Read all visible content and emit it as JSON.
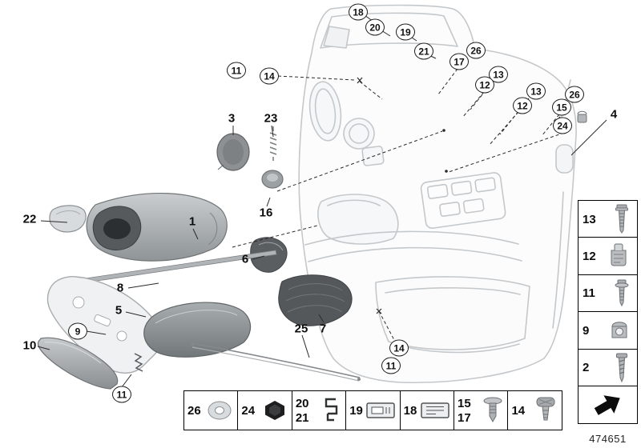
{
  "part_number": "474651",
  "callouts": [
    {
      "n": "18"
    },
    {
      "n": "20"
    },
    {
      "n": "19"
    },
    {
      "n": "21"
    },
    {
      "n": "26"
    },
    {
      "n": "17"
    },
    {
      "n": "13"
    },
    {
      "n": "12"
    },
    {
      "n": "13"
    },
    {
      "n": "12"
    },
    {
      "n": "26"
    },
    {
      "n": "15"
    },
    {
      "n": "24"
    },
    {
      "n": "11"
    },
    {
      "n": "14"
    },
    {
      "n": "9"
    },
    {
      "n": "14"
    },
    {
      "n": "11"
    },
    {
      "n": "11"
    }
  ],
  "labels": [
    {
      "n": "4"
    },
    {
      "n": "3"
    },
    {
      "n": "23"
    },
    {
      "n": "16"
    },
    {
      "n": "1"
    },
    {
      "n": "22"
    },
    {
      "n": "6"
    },
    {
      "n": "8"
    },
    {
      "n": "5"
    },
    {
      "n": "10"
    },
    {
      "n": "25"
    },
    {
      "n": "7"
    }
  ],
  "right_legend": [
    {
      "n": "13",
      "icon": "screw-icon"
    },
    {
      "n": "12",
      "icon": "clip-icon"
    },
    {
      "n": "11",
      "icon": "screw-washer-icon"
    },
    {
      "n": "9",
      "icon": "clamp-nut-icon"
    },
    {
      "n": "2",
      "icon": "coarse-screw-icon"
    },
    {
      "n": "",
      "icon": "continuation-arrow-icon"
    }
  ],
  "bottom_legend": [
    {
      "a": "26",
      "icon": "washer-icon"
    },
    {
      "a": "24",
      "icon": "hex-nut-icon"
    },
    {
      "a": "20",
      "b": "21",
      "icon": "spring-clip-icon"
    },
    {
      "a": "19",
      "icon": "retainer-clip-icon"
    },
    {
      "a": "18",
      "icon": "retainer-clip-icon"
    },
    {
      "a": "15",
      "b": "17",
      "icon": "rivet-icon"
    },
    {
      "a": "14",
      "icon": "expanding-rivet-icon"
    }
  ]
}
